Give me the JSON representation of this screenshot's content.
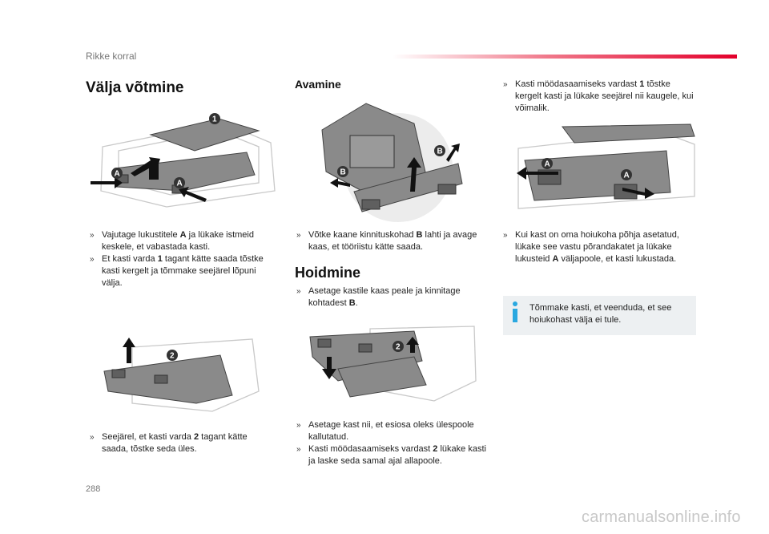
{
  "header": {
    "section_label": "Rikke korral",
    "accent_color": "#e3002b"
  },
  "col1": {
    "heading": "Välja võtmine",
    "bullets1": [
      [
        "Vajutage lukustitele ",
        "A",
        " ja lükake istmeid keskele, et vabastada kasti."
      ],
      [
        "Et kasti varda ",
        "1",
        " tagant kätte saada tõstke kasti kergelt ja tõmmake seejärel lõpuni välja."
      ]
    ],
    "bullets2": [
      [
        "Seejärel, et kasti varda ",
        "2",
        " tagant kätte saada, tõstke seda üles."
      ]
    ]
  },
  "col2": {
    "heading": "Avamine",
    "bullets1": [
      [
        "Võtke kaane kinnituskohad ",
        "B",
        " lahti ja avage kaas, et tööriistu kätte saada."
      ]
    ],
    "heading2": "Hoidmine",
    "bullets2": [
      [
        "Asetage kastile kaas peale ja kinnitage kohtadest ",
        "B",
        "."
      ]
    ],
    "bullets3": [
      [
        "Asetage kast nii, et esiosa oleks ülespoole kallutatud.",
        "",
        ""
      ],
      [
        "Kasti möödasaamiseks vardast ",
        "2",
        " lükake kasti ja laske seda samal ajal allapoole."
      ]
    ]
  },
  "col3": {
    "bullets1": [
      [
        "Kasti möödasaamiseks vardast ",
        "1",
        " tõstke kergelt kasti ja lükake seejärel nii kaugele, kui võimalik."
      ]
    ],
    "bullets2": [
      [
        "Kui kast on oma hoiukoha põhja asetatud, lükake see vastu põrandakatet ja lükake lukusteid ",
        "A",
        " väljapoole, et kasti lukustada."
      ]
    ],
    "tip_text": "Tõmmake kasti, et veenduda, et see hoiukohast välja ei tule.",
    "tip_icon_color": "#2aa8e0"
  },
  "figures": {
    "badges": {
      "one": "1",
      "two": "2",
      "a": "A",
      "b": "B"
    }
  },
  "footer": {
    "page_number": "288",
    "watermark": "carmanualsonline.info"
  },
  "bullet_marker": "»"
}
